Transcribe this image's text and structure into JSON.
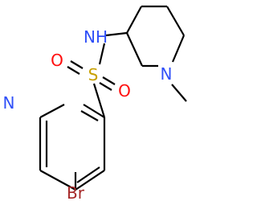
{
  "molecule": {
    "atoms": {
      "n_amide": {
        "symbol": "N",
        "suffix": "H"
      },
      "s": {
        "symbol": "S"
      },
      "o_top": {
        "symbol": "O"
      },
      "o_bottom": {
        "symbol": "O"
      },
      "n_pyridine": {
        "symbol": "N"
      },
      "n_piperidine": {
        "symbol": "N"
      },
      "br": {
        "symbol": "Br"
      }
    },
    "colors": {
      "N": "#3050F8",
      "O": "#FF0D0D",
      "S": "#C8A000",
      "Br": "#A62929",
      "bond": "#000000"
    }
  }
}
